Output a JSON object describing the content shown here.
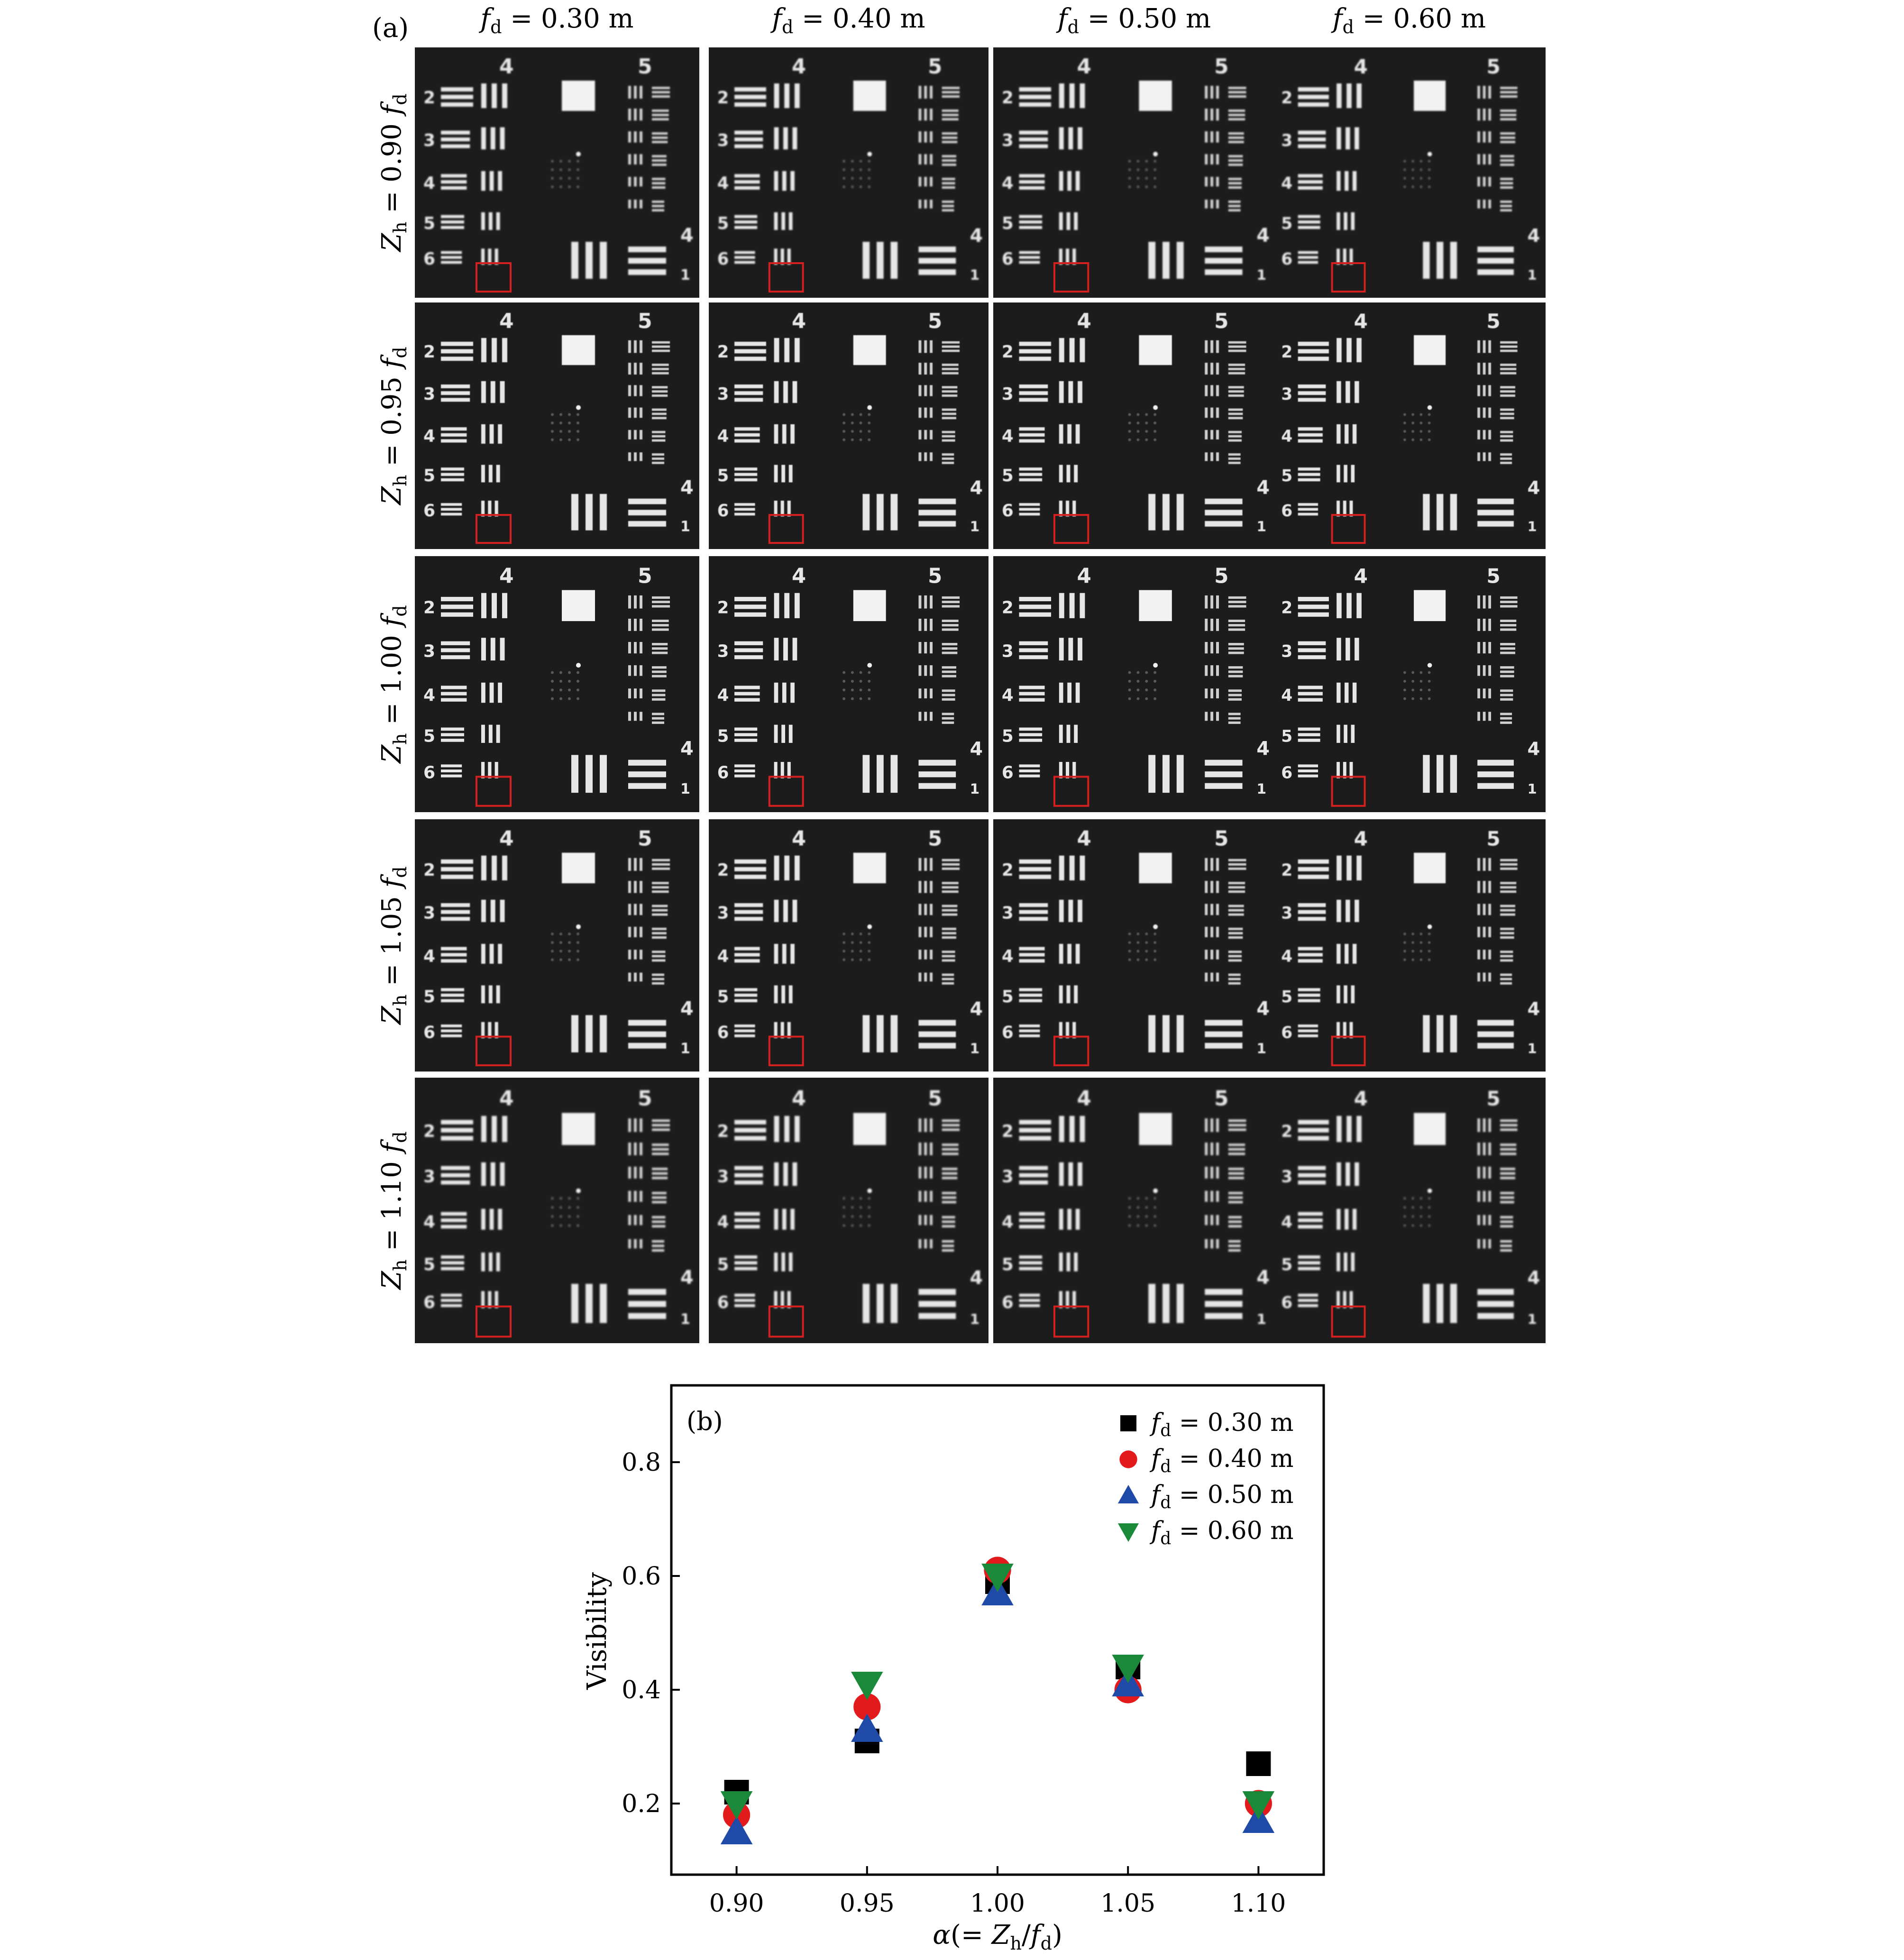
{
  "panel_a": {
    "label": "(a)",
    "columns": [
      "f_d = 0.30 m",
      "f_d = 0.40 m",
      "f_d = 0.50 m",
      "f_d = 0.60 m"
    ],
    "column_values": [
      "0.30",
      "0.40",
      "0.50",
      "0.60"
    ],
    "rows": [
      "Z_h = 0.90 f_d",
      "Z_h = 0.95 f_d",
      "Z_h = 1.00 f_d",
      "Z_h = 1.05 f_d",
      "Z_h = 1.10 f_d"
    ],
    "row_values": [
      "0.90",
      "0.95",
      "1.00",
      "1.05",
      "1.10"
    ],
    "target_numbers": {
      "top_left": "4",
      "top_right": "5",
      "left": [
        "2",
        "3",
        "4",
        "5",
        "6"
      ],
      "right_bottom": [
        "4",
        "1"
      ]
    },
    "highlight_color": "#d62020",
    "blur_per_row": [
      1.6,
      0.9,
      0.3,
      1.0,
      1.9
    ]
  },
  "chart_data": {
    "type": "scatter",
    "panel_label": "(b)",
    "xlabel": "α(= Z_h/f_d)",
    "ylabel": "Visibility",
    "x_ticks": [
      "0.90",
      "0.95",
      "1.00",
      "1.05",
      "1.10"
    ],
    "y_ticks": [
      "0.2",
      "0.4",
      "0.6",
      "0.8"
    ],
    "xlim": [
      0.875,
      1.125
    ],
    "ylim": [
      0.075,
      0.935
    ],
    "legend_position": "top-right",
    "series": [
      {
        "name": "f_d = 0.30 m",
        "label_value": "0.30",
        "marker": "square",
        "color": "#000000",
        "x": [
          0.9,
          0.95,
          1.0,
          1.05,
          1.1
        ],
        "y": [
          0.22,
          0.31,
          0.59,
          0.44,
          0.27
        ]
      },
      {
        "name": "f_d = 0.40 m",
        "label_value": "0.40",
        "marker": "circle",
        "color": "#e31a1c",
        "x": [
          0.9,
          0.95,
          1.0,
          1.05,
          1.1
        ],
        "y": [
          0.18,
          0.37,
          0.61,
          0.4,
          0.2
        ]
      },
      {
        "name": "f_d = 0.50 m",
        "label_value": "0.50",
        "marker": "triangle-up",
        "color": "#1f4aa8",
        "x": [
          0.9,
          0.95,
          1.0,
          1.05,
          1.1
        ],
        "y": [
          0.15,
          0.33,
          0.57,
          0.41,
          0.17
        ]
      },
      {
        "name": "f_d = 0.60 m",
        "label_value": "0.60",
        "marker": "triangle-down",
        "color": "#1a8a3a",
        "x": [
          0.9,
          0.95,
          1.0,
          1.05,
          1.1
        ],
        "y": [
          0.2,
          0.41,
          0.6,
          0.44,
          0.2
        ]
      }
    ]
  }
}
